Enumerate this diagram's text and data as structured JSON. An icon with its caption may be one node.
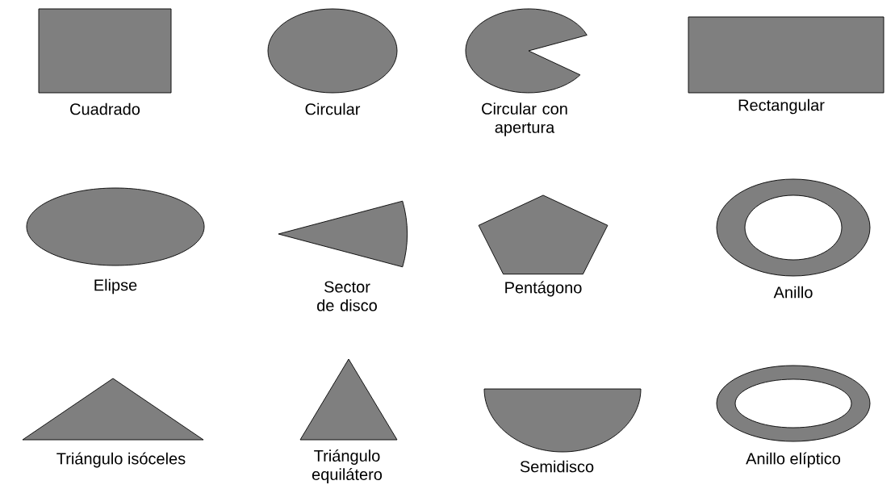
{
  "diagram": {
    "nodes": [
      {
        "text": [],
        "shape": "square",
        "beside": [
          "Cuadrado"
        ]
      },
      {
        "text": [],
        "shape": "circle",
        "beside": [
          "Circular"
        ]
      },
      {
        "text": [],
        "shape": "pacman",
        "beside": [
          "Circular con apertura"
        ]
      },
      {
        "text": [],
        "shape": "rectangle",
        "beside": [
          "Rectangular"
        ]
      },
      {
        "text": [],
        "shape": "ellipse",
        "beside": [
          "Elipse"
        ]
      },
      {
        "text": [],
        "shape": "sector",
        "beside": [
          "Sector de disco"
        ]
      },
      {
        "text": [],
        "shape": "pentagon",
        "beside": [
          "Pentágono"
        ]
      },
      {
        "text": [],
        "shape": "ring",
        "beside": [
          "Anillo"
        ]
      },
      {
        "text": [],
        "shape": "triangle",
        "beside": [
          "Triángulo isóceles"
        ]
      },
      {
        "text": [],
        "shape": "triangle",
        "beside": [
          "Triángulo equilátero"
        ]
      },
      {
        "text": [],
        "shape": "semicircle",
        "beside": [
          "Semidisco"
        ]
      },
      {
        "text": [],
        "shape": "oval-ring",
        "beside": [
          "Anillo elíptico"
        ]
      }
    ]
  }
}
